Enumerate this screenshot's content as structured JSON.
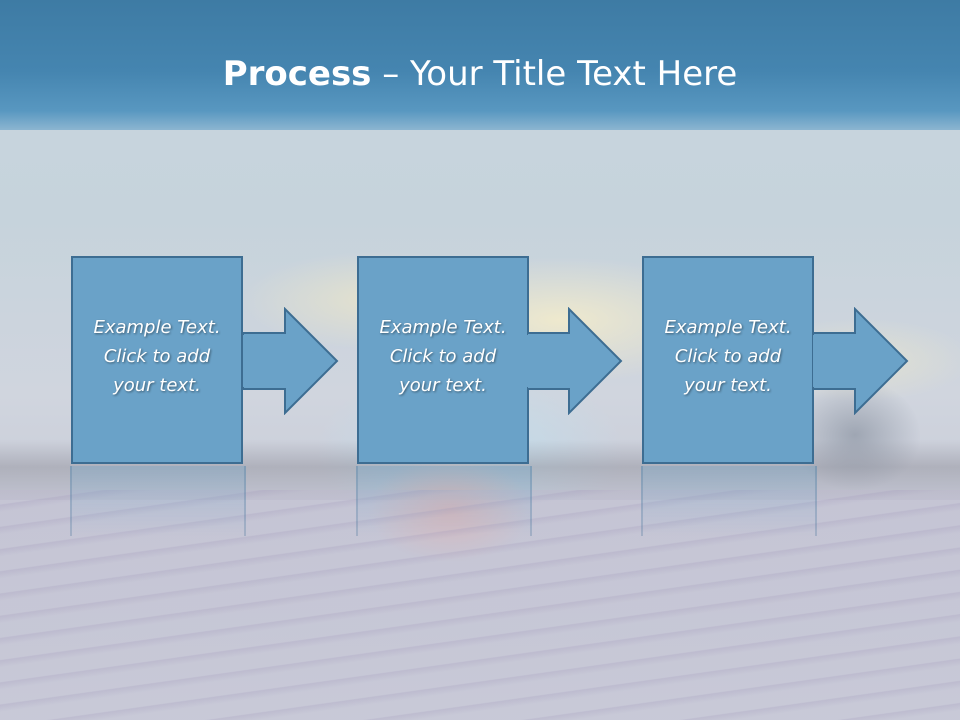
{
  "slide": {
    "title_bold": "Process",
    "title_rest": " – Your Title Text Here",
    "steps": [
      {
        "line1": "Example Text.",
        "line2": "Click  to add",
        "line3": "your text."
      },
      {
        "line1": "Example Text.",
        "line2": "Click  to add",
        "line3": "your text."
      },
      {
        "line1": "Example Text.",
        "line2": "Click  to add",
        "line3": "your text."
      }
    ]
  },
  "colors": {
    "title_bar": "#4585b0",
    "box_fill": "#6aa2c8",
    "box_border": "#3d6d92",
    "text": "#ffffff"
  },
  "icons": [
    "right-arrow-icon"
  ]
}
